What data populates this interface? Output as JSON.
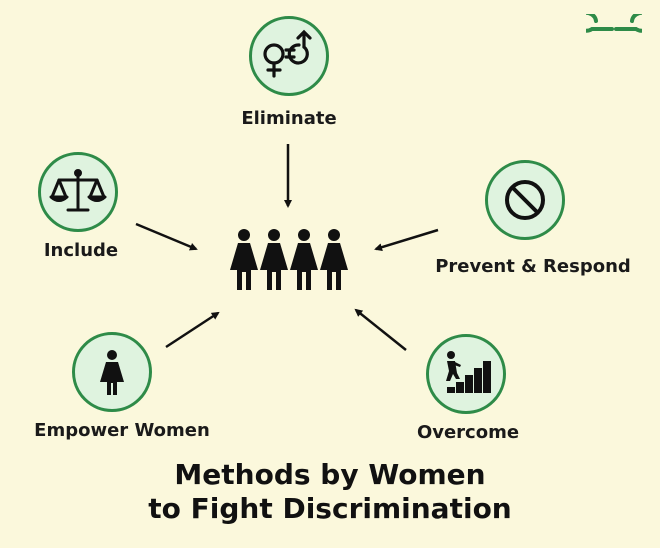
{
  "logo": {
    "icon": "gfg-logo",
    "color": "#2e8b48"
  },
  "colors": {
    "background": "#fbf8dc",
    "circle_fill": "#dff3df",
    "circle_border": "#2e8b48",
    "ink": "#111111"
  },
  "center": {
    "icon": "four-women-icon"
  },
  "nodes": {
    "eliminate": {
      "label": "Eliminate",
      "icon": "gender-equality-icon"
    },
    "include": {
      "label": "Include",
      "icon": "scales-icon"
    },
    "prevent": {
      "label": "Prevent & Respond",
      "icon": "prohibited-icon"
    },
    "empower": {
      "label": "Empower Women",
      "icon": "woman-icon"
    },
    "overcome": {
      "label": "Overcome",
      "icon": "climbing-stairs-icon"
    }
  },
  "title": {
    "line1": "Methods by Women",
    "line2": "to Fight Discrimination"
  }
}
